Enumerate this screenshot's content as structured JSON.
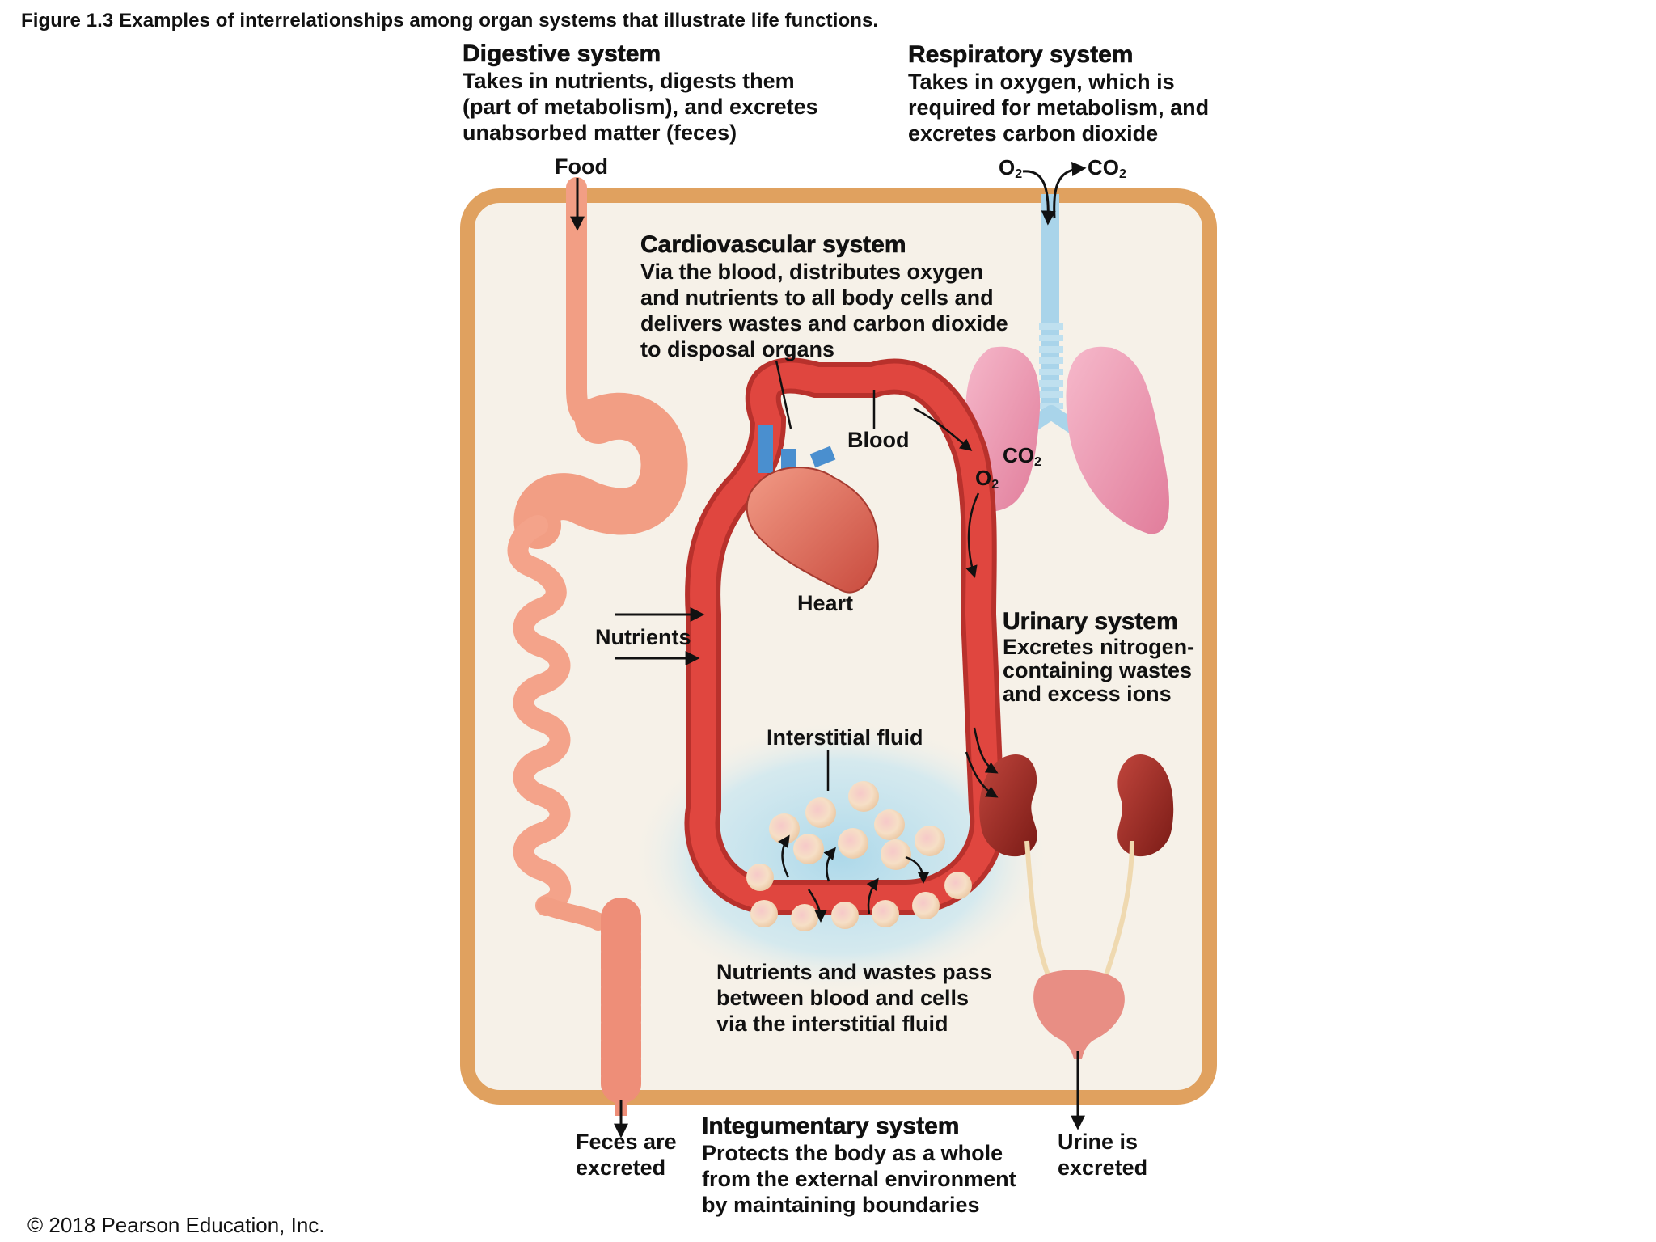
{
  "figure_title": "Figure 1.3 Examples of interrelationships among organ systems that illustrate life functions.",
  "digestive": {
    "title": "Digestive system",
    "desc": [
      "Takes in nutrients, digests them",
      "(part of metabolism), and excretes",
      "unabsorbed matter (feces)"
    ]
  },
  "respiratory": {
    "title": "Respiratory system",
    "desc": [
      "Takes in oxygen, which is",
      "required for metabolism, and",
      "excretes carbon dioxide"
    ]
  },
  "cardiovascular": {
    "title": "Cardiovascular system",
    "desc": [
      "Via the blood, distributes oxygen",
      "and nutrients to all body cells and",
      "delivers wastes and carbon dioxide",
      "to disposal organs"
    ]
  },
  "urinary": {
    "title": "Urinary system",
    "desc": [
      "Excretes nitrogen-",
      "containing wastes",
      "and excess ions"
    ]
  },
  "integumentary": {
    "title": "Integumentary system",
    "desc": [
      "Protects the body as a whole",
      "from the external environment",
      "by maintaining boundaries"
    ]
  },
  "labels": {
    "food": "Food",
    "o2": "O",
    "co2": "CO",
    "sub2": "2",
    "blood": "Blood",
    "heart": "Heart",
    "nutrients": "Nutrients",
    "interstitial_fluid": "Interstitial fluid",
    "exchange_note": [
      "Nutrients and wastes pass",
      "between blood and cells",
      "via the interstitial fluid"
    ],
    "feces": [
      "Feces are",
      "excreted"
    ],
    "urine": [
      "Urine is",
      "excreted"
    ]
  },
  "copyright": "© 2018 Pearson Education, Inc.",
  "colors": {
    "body_border": "#e0a15f",
    "body_fill": "#f6f1e8",
    "vessel": "#e0463f",
    "vessel_dark": "#b8312c",
    "digestive": "#f29e84",
    "lung": "#f2a3b9",
    "trachea": "#a9d4ea",
    "kidney": "#9b2a24",
    "bladder": "#e88e84",
    "interstitial": "#bfe2ef",
    "cell": "#f3d3b8"
  }
}
